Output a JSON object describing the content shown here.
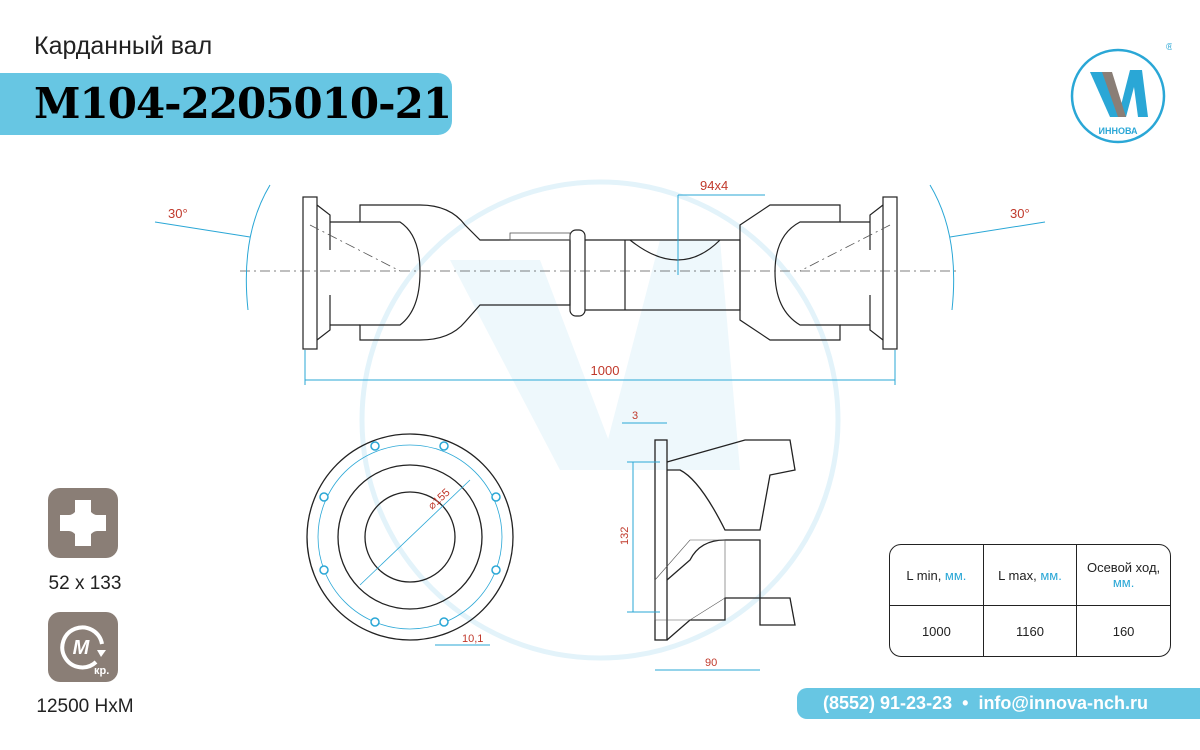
{
  "header": {
    "subtitle": "Карданный вал",
    "part_number": "M104-2205010-21"
  },
  "logo": {
    "text": "ИННОВА",
    "registered": "®"
  },
  "drawing": {
    "angle_left": "30°",
    "angle_right": "30°",
    "spline": "94x4",
    "length": "1000",
    "diameter": "⌀155",
    "bolt_hole": "10,1",
    "flange_thickness": "3",
    "height": "132",
    "depth": "90"
  },
  "features": [
    {
      "icon": "cross-icon",
      "label": "52 x 133"
    },
    {
      "icon": "torque-icon",
      "label": "12500 НхМ",
      "icon_text": "M",
      "icon_sub": "кр."
    }
  ],
  "spec_table": {
    "headers": [
      {
        "text": "L min, ",
        "unit": "мм."
      },
      {
        "text": "L max, ",
        "unit": "мм."
      },
      {
        "text": "Осевой ход, ",
        "unit": "мм."
      }
    ],
    "values": [
      "1000",
      "1160",
      "160"
    ]
  },
  "footer": {
    "phone": "(8552) 91-23-23",
    "separator": "•",
    "email": "info@innova-nch.ru"
  },
  "colors": {
    "accent": "#67c6e3",
    "dimension": "#2aa7d6",
    "icon_bg": "#8a7e76",
    "dim_text": "#c0392b"
  }
}
